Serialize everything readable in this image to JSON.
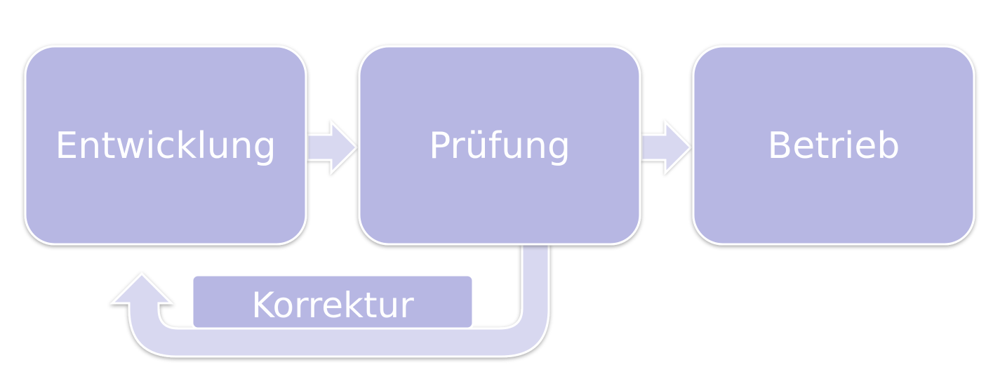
{
  "diagram": {
    "steps": [
      {
        "label": "Entwicklung"
      },
      {
        "label": "Prüfung"
      },
      {
        "label": "Betrieb"
      }
    ],
    "feedback": {
      "label": "Korrektur"
    }
  },
  "colors": {
    "box_fill": "#b7b7e3",
    "arrow_fill": "#d8d8f0",
    "border": "#ffffff",
    "text": "#ffffff"
  }
}
